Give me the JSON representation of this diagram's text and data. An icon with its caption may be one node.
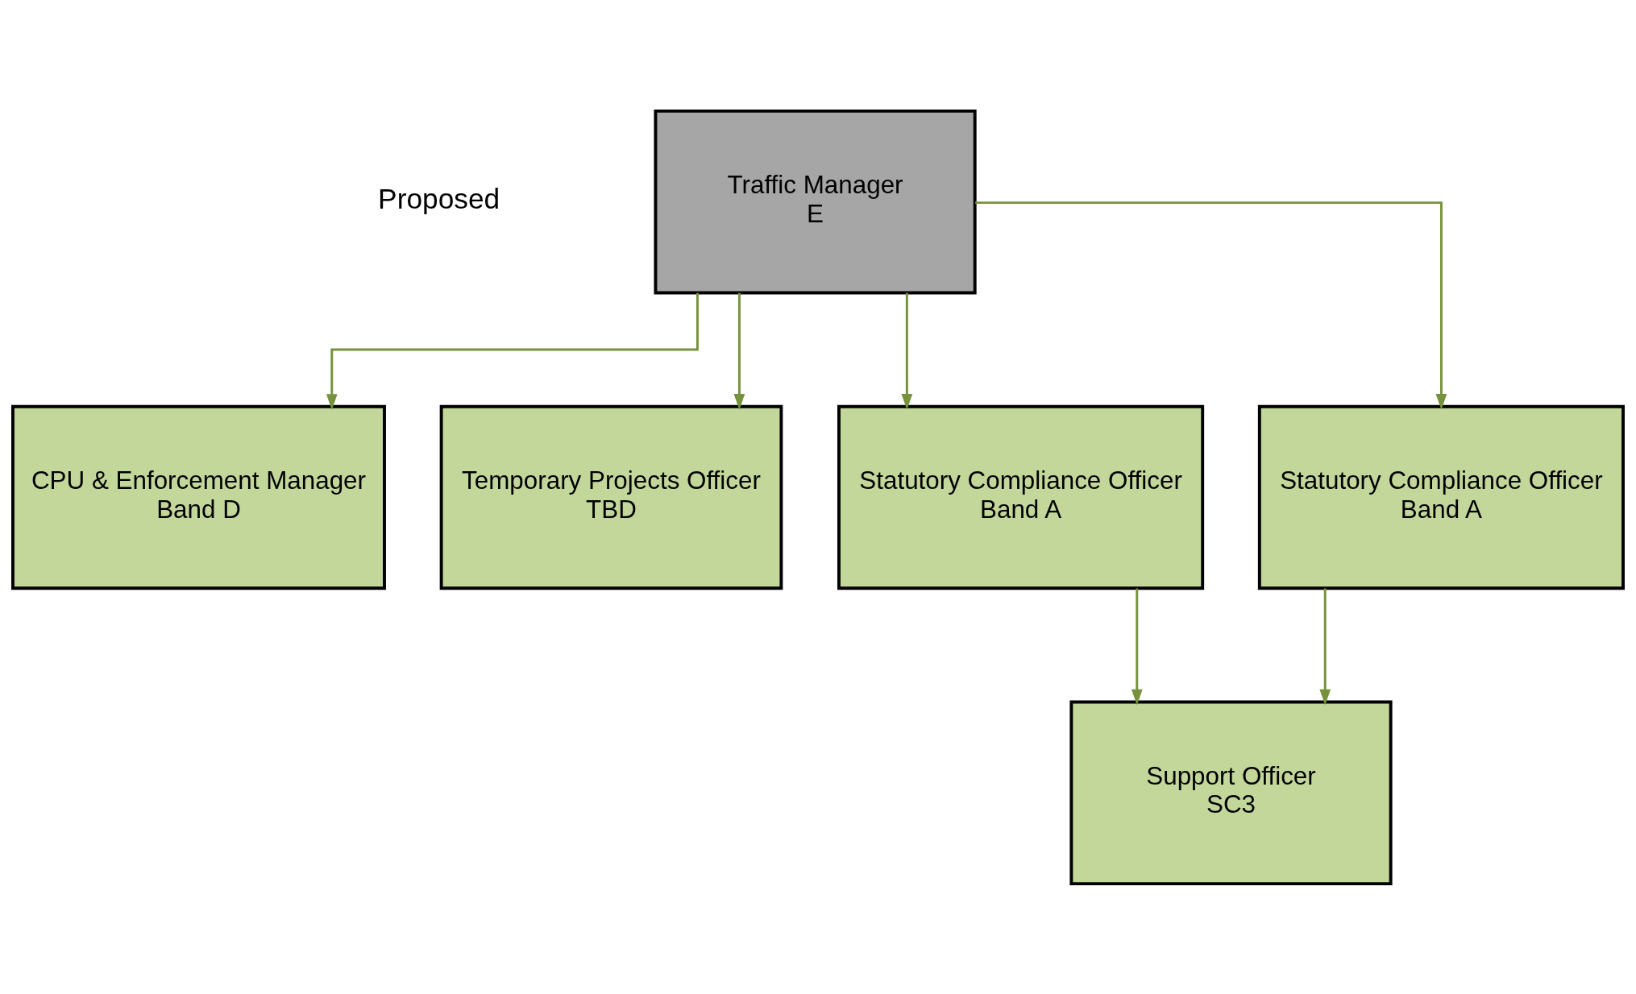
{
  "diagram": {
    "nodes": [
      {
        "text": [
          "Traffic Manager",
          "E"
        ]
      },
      {
        "text": [
          "CPU & Enforcement Manager",
          "Band D"
        ]
      },
      {
        "text": [
          "Temporary Projects Officer",
          "TBD"
        ]
      },
      {
        "text": [
          "Statutory Compliance Officer",
          "Band A"
        ]
      },
      {
        "text": [
          "Statutory Compliance Officer",
          "Band A"
        ]
      },
      {
        "text": [
          "Support Officer",
          "SC3"
        ]
      }
    ],
    "edges": [
      {
        "from": 0,
        "to": 1,
        "arrow": "to"
      },
      {
        "from": 0,
        "to": 2,
        "arrow": "to"
      },
      {
        "from": 0,
        "to": 3,
        "arrow": "to"
      },
      {
        "from": 0,
        "to": 4,
        "arrow": "to"
      },
      {
        "from": 3,
        "to": 5,
        "arrow": "to"
      },
      {
        "from": 4,
        "to": 5,
        "arrow": "to"
      }
    ],
    "labels": [
      "Proposed"
    ]
  }
}
